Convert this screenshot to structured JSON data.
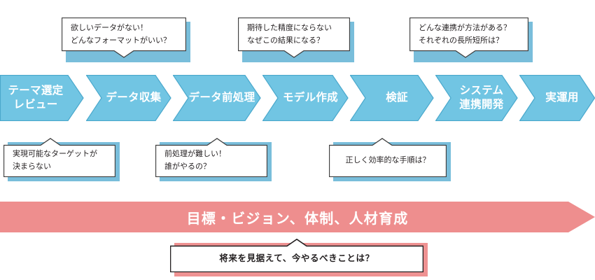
{
  "theme": {
    "step_fill": "#71c5e3",
    "step_stroke": "#4aa8cc",
    "step_text": "#ffffff",
    "callout_fill": "#ffffff",
    "callout_stroke": "#404040",
    "callout_shadow_blue": "#79bedb",
    "callout_shadow_pink": "#ef9292",
    "banner_fill": "#ee8e8e",
    "banner_text": "#ffffff",
    "body_text": "#231f20",
    "background": "#ffffff"
  },
  "process": {
    "steps": [
      {
        "id": "theme-selection-review",
        "lines": [
          "テーマ選定",
          "レビュー"
        ]
      },
      {
        "id": "data-collection",
        "lines": [
          "データ収集"
        ]
      },
      {
        "id": "data-preprocessing",
        "lines": [
          "データ前処理"
        ]
      },
      {
        "id": "model-building",
        "lines": [
          "モデル作成"
        ]
      },
      {
        "id": "validation",
        "lines": [
          "検証"
        ]
      },
      {
        "id": "system-integration",
        "lines": [
          "システム",
          "連携開発"
        ]
      },
      {
        "id": "production-operation",
        "lines": [
          "実運用"
        ]
      }
    ]
  },
  "callouts_above": [
    {
      "id": "data-collection-issues",
      "lines": [
        "欲しいデータがない！",
        "どんなフォーマットがいい？"
      ]
    },
    {
      "id": "model-accuracy-issues",
      "lines": [
        "期待した精度にならない",
        "なぜこの結果になる？"
      ]
    },
    {
      "id": "integration-method-issues",
      "lines": [
        "どんな連携が方法がある？",
        "それぞれの長所短所は？"
      ]
    }
  ],
  "callouts_below": [
    {
      "id": "target-feasibility-issues",
      "lines": [
        "実現可能なターゲットが",
        "決まらない"
      ]
    },
    {
      "id": "preprocessing-issues",
      "lines": [
        "前処理が難しい！",
        "誰がやるの？"
      ]
    },
    {
      "id": "procedure-issues",
      "lines": [
        "正しく効率的な手順は？"
      ]
    }
  ],
  "banner": {
    "id": "foundation-banner",
    "label": "目標・ビジョン、体制、人材育成"
  },
  "callout_bottom": {
    "id": "future-outlook-question",
    "lines": [
      "将来を見据えて、今やるべきことは？"
    ]
  }
}
